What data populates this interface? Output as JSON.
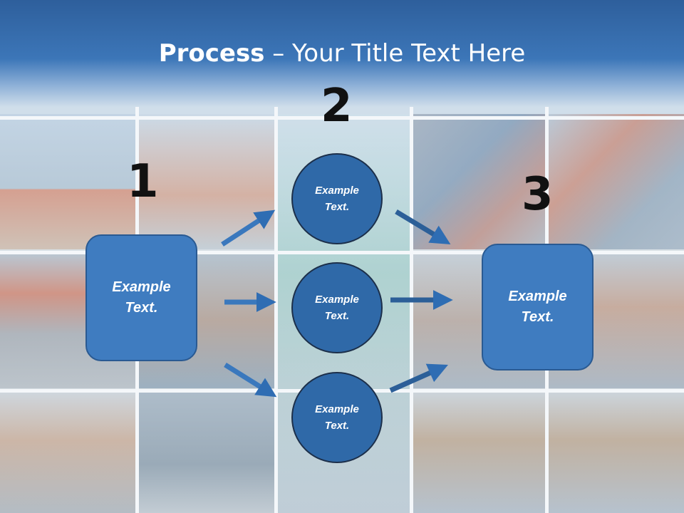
{
  "title": {
    "bold": "Process",
    "rest": " – Your Title Text Here"
  },
  "steps": {
    "one": "1",
    "two": "2",
    "three": "3"
  },
  "left_box": {
    "line1": "Example",
    "line2": "Text."
  },
  "circles": [
    {
      "line1": "Example",
      "line2": "Text."
    },
    {
      "line1": "Example",
      "line2": "Text."
    },
    {
      "line1": "Example",
      "line2": "Text."
    }
  ],
  "right_box": {
    "line1": "Example",
    "line2": "Text."
  },
  "colors": {
    "header": "#3c76b8",
    "box": "#3f7cc0",
    "circle": "#2f69a8",
    "arrow": "#2f6db3"
  }
}
